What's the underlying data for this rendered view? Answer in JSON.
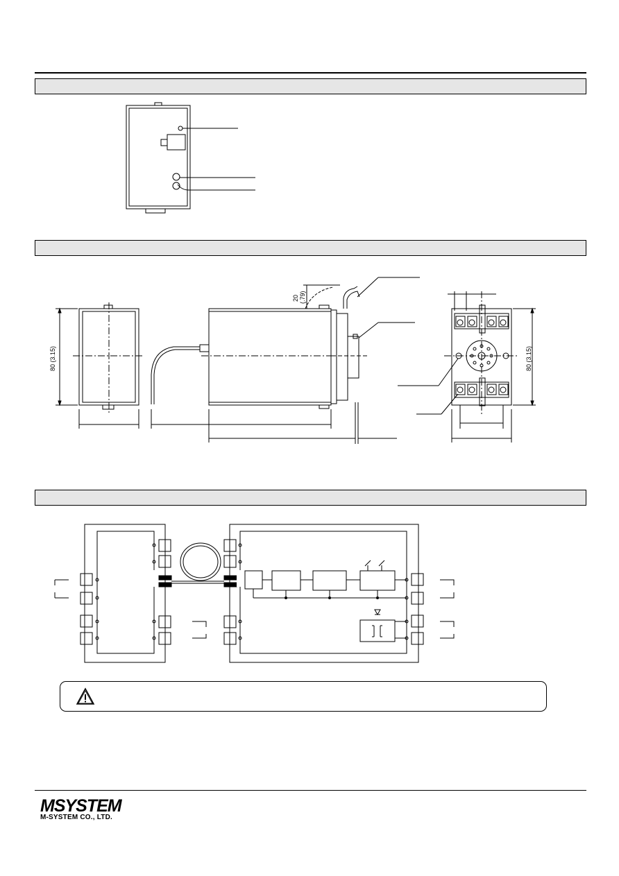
{
  "dimensions": {
    "height_label": "80 (3.15)",
    "height_label_right": "80 (3.15)",
    "clearance_mm": "20",
    "clearance_in": "(.79)"
  },
  "caution_box": {
    "icon": "warning-triangle-icon"
  },
  "footer": {
    "company": "M-SYSTEM CO., LTD."
  }
}
